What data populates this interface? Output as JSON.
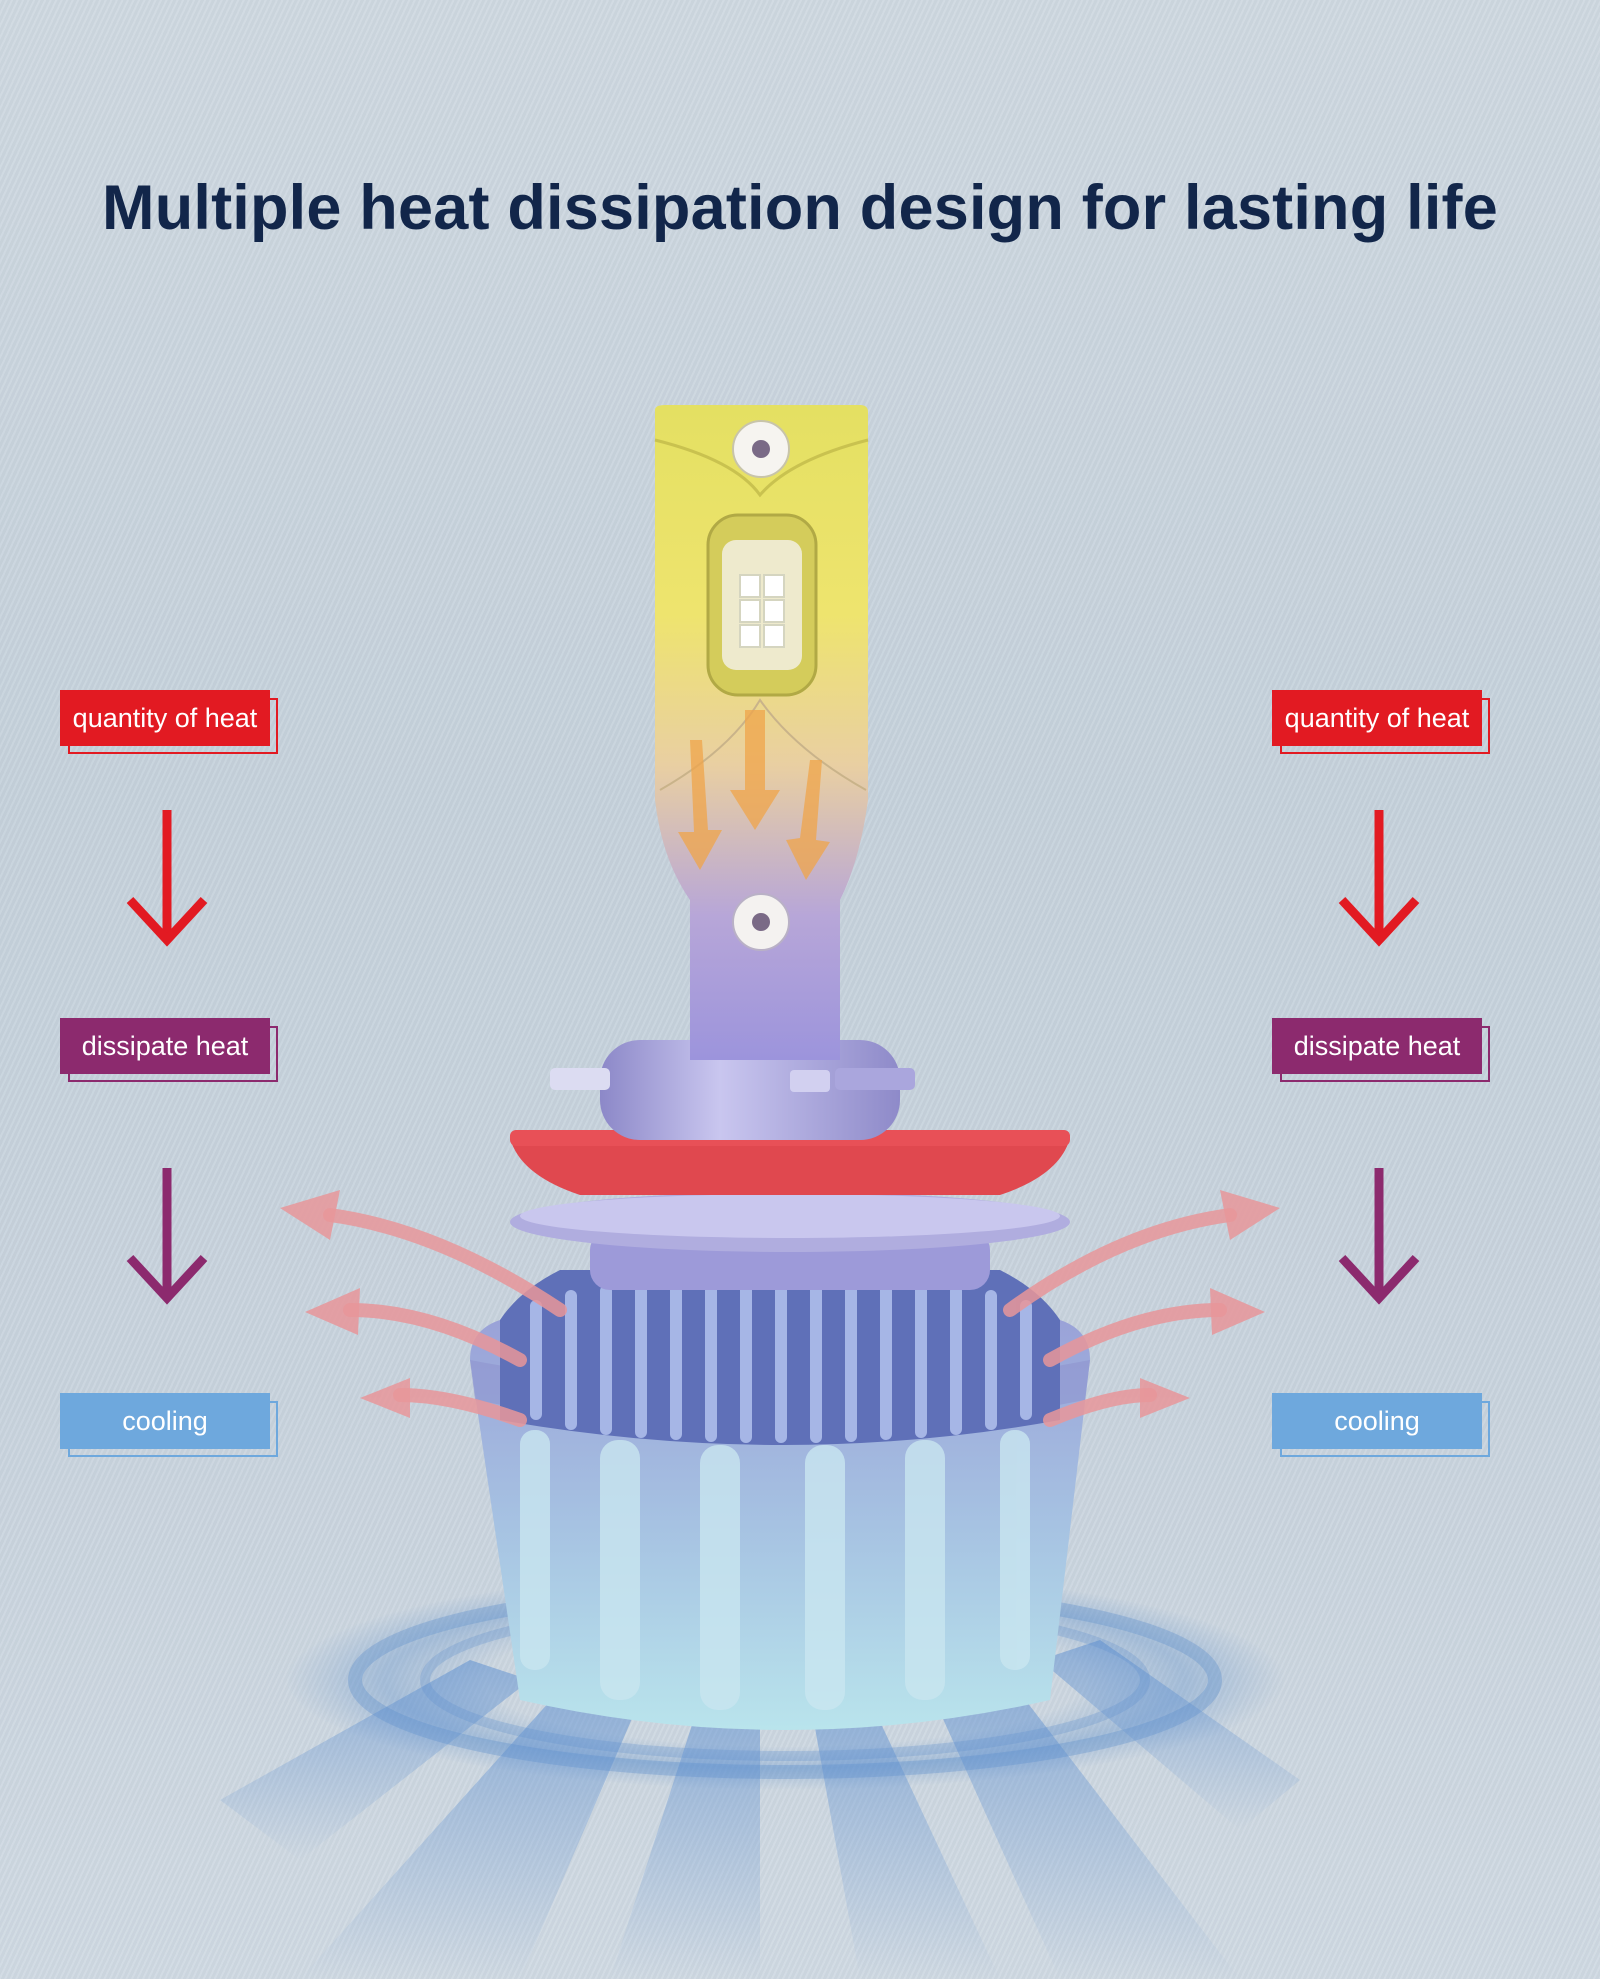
{
  "headline": "Multiple heat dissipation design for lasting life",
  "colors": {
    "heat": "#e21a22",
    "dissipate": "#8c2a6e",
    "cooling": "#6ea8dd",
    "headline": "#12264a"
  },
  "left_flow": {
    "step1": "quantity of heat",
    "step2": "dissipate heat",
    "step3": "cooling"
  },
  "right_flow": {
    "step1": "quantity of heat",
    "step2": "dissipate heat",
    "step3": "cooling"
  }
}
